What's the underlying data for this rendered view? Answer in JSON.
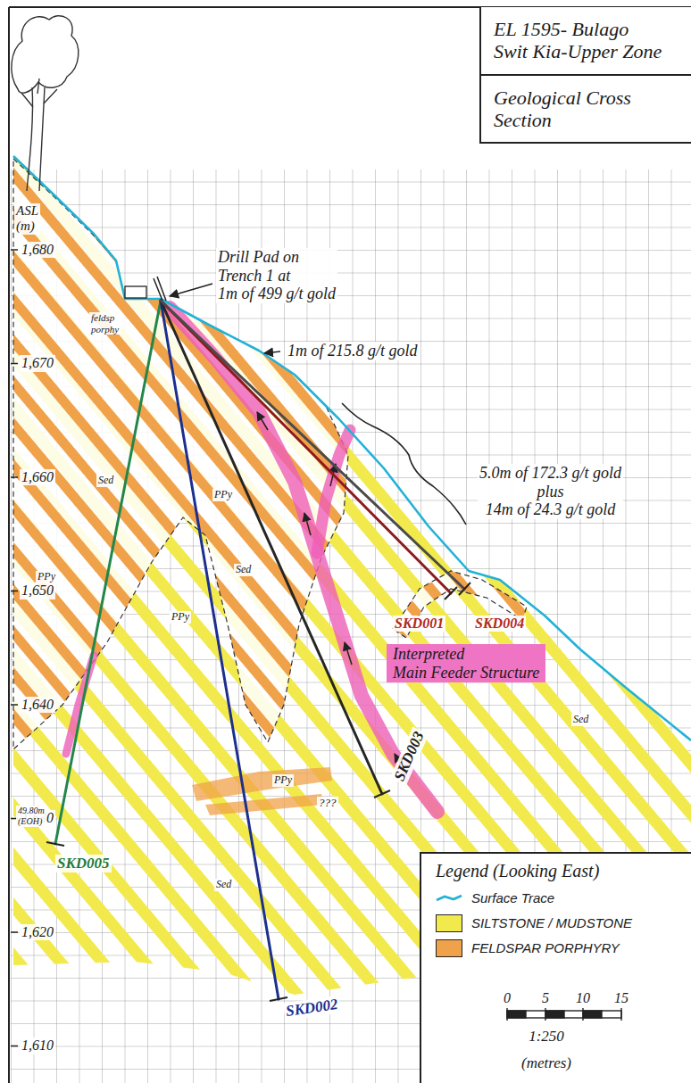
{
  "diagram": {
    "nodes": [
      {
        "text": [
          "EL 1595- Bulago Swit Kia-Upper Zone",
          "Geological Cross Section"
        ]
      },
      {
        "text": [
          "Interpreted Main Feeder Structure"
        ]
      },
      {
        "text": [
          "Legend (Looking East)"
        ]
      }
    ],
    "labels": [
      "ASL (m)",
      "1,680",
      "1,670",
      "1,660",
      "1,650",
      "1,640",
      "1,630",
      "1,620",
      "1,610",
      "Drill Pad on Trench 1 at 1m of 499 g/t gold",
      "1m of 215.8 g/t gold",
      "5.0m of 172.3 g/t gold plus 14m of 24.3 g/t gold",
      "SKD005",
      "SKD002",
      "SKD003",
      "SKD001",
      "SKD004",
      "0",
      "5",
      "10",
      "15",
      "1:250",
      "(metres)",
      "feldsp porphy",
      "Sed",
      "Sed",
      "Sed",
      "Sed",
      "PPy",
      "PPy",
      "PPy",
      "PPy",
      "49.80m (EOH)",
      "???"
    ],
    "legend": [
      {
        "text": "Surface Trace"
      },
      {
        "text": "SILTSTONE / MUDSTONE",
        "color": "#f2ea4c"
      },
      {
        "text": "FELDSPAR PORPHYRY",
        "color": "#f0a24a"
      }
    ]
  }
}
